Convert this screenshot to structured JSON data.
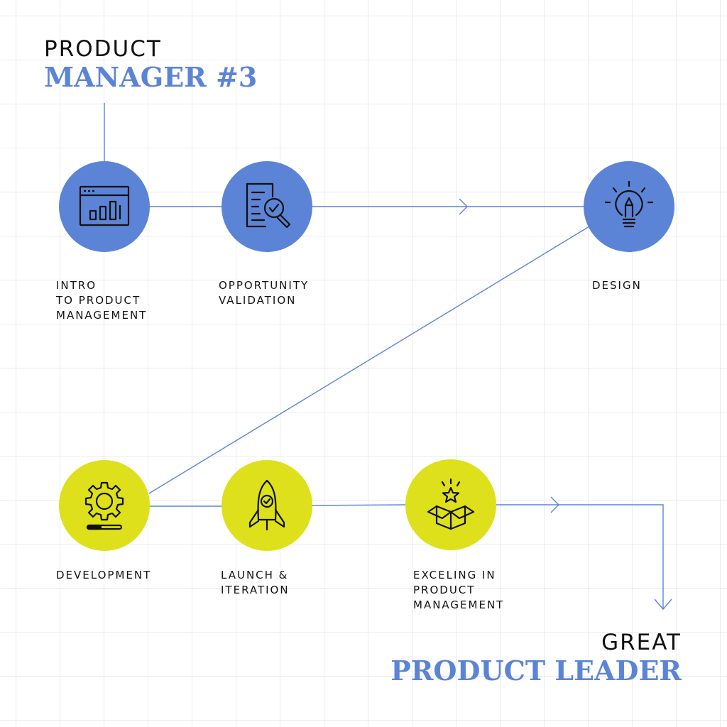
{
  "header": {
    "line1": "PRODUCT",
    "line2": "MANAGER #3"
  },
  "footer": {
    "line1": "GREAT",
    "line2": "PRODUCT LEADER"
  },
  "colors": {
    "blue": "#5b84d6",
    "yellow": "#dde01a",
    "line": "#5b84d6",
    "ink": "#111111"
  },
  "steps": [
    {
      "label": "INTRO\nTO PRODUCT\nMANAGEMENT",
      "icon": "browser-chart-icon",
      "color": "blue"
    },
    {
      "label": "OPPORTUNITY\nVALIDATION",
      "icon": "document-magnifier-icon",
      "color": "blue"
    },
    {
      "label": "DESIGN",
      "icon": "lightbulb-pencil-icon",
      "color": "blue"
    },
    {
      "label": "DEVELOPMENT",
      "icon": "gear-progress-icon",
      "color": "yellow"
    },
    {
      "label": "LAUNCH &\nITERATION",
      "icon": "rocket-check-icon",
      "color": "yellow"
    },
    {
      "label": "EXCELING IN\nPRODUCT\nMANAGEMENT",
      "icon": "open-box-star-icon",
      "color": "yellow"
    }
  ]
}
